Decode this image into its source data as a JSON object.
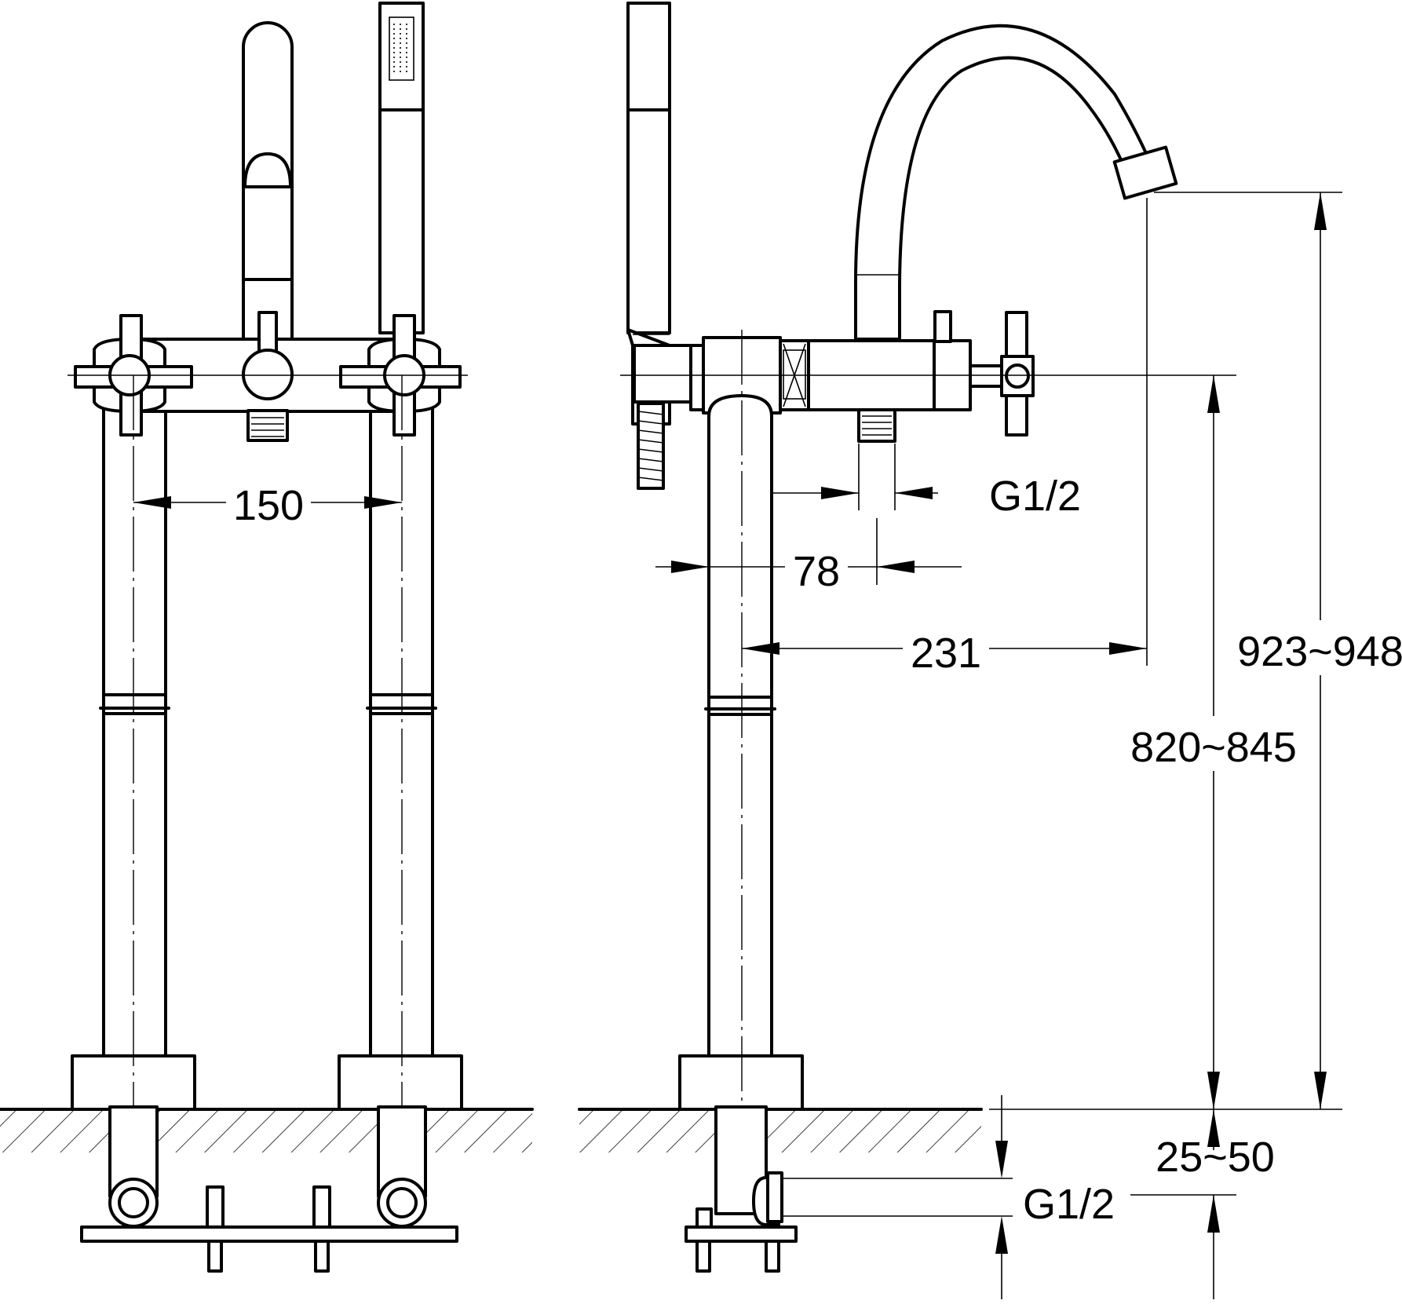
{
  "dimensions": {
    "inlet_spacing": "150",
    "outlet_thread": "G1/2",
    "mixer_offset": "78",
    "spout_reach": "231",
    "overall_height": "923~948",
    "body_height": "820~845",
    "floor_depth": "25~50",
    "supply_thread": "G1/2"
  },
  "icons": {
    "front_view": "faucet-front-elevation-icon",
    "side_view": "faucet-side-elevation-icon",
    "floor": "hatched-floor-icon"
  },
  "colors": {
    "line": "#000000",
    "background": "#ffffff"
  }
}
